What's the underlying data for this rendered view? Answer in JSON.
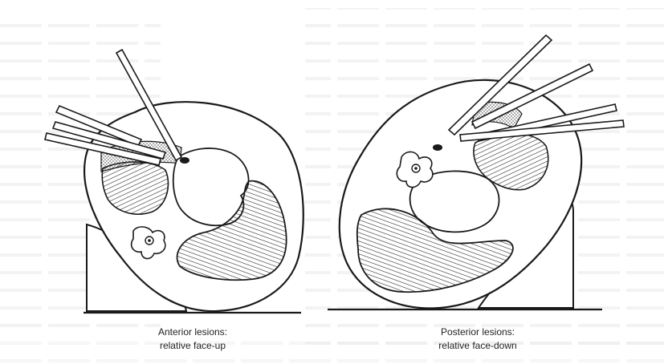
{
  "panels": [
    {
      "id": "left",
      "caption_line1": "Anterior lesions:",
      "caption_line2": "relative face-up"
    },
    {
      "id": "right",
      "caption_line1": "Posterior lesions:",
      "caption_line2": "relative face-down"
    }
  ],
  "colors": {
    "ink": "#1a1a1a",
    "paper": "#ffffff",
    "background_text_gray": "#e6e6e6"
  }
}
